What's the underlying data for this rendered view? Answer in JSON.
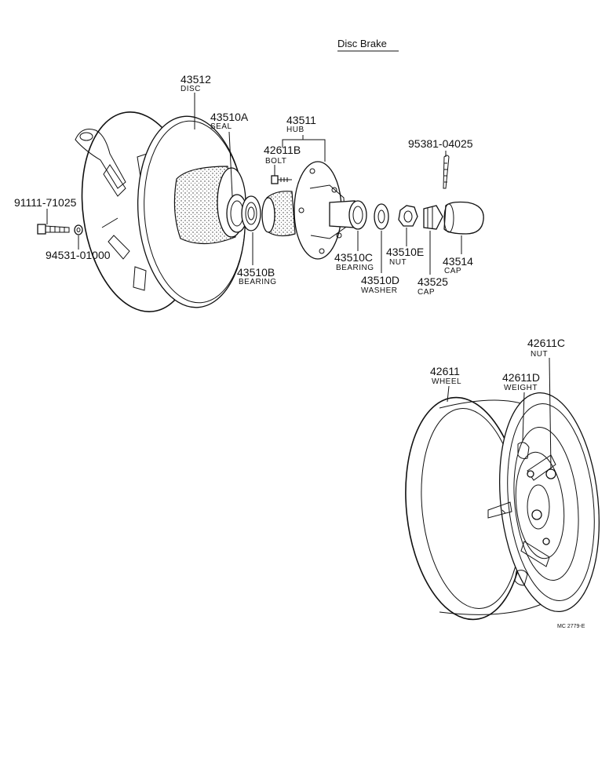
{
  "title": "Disc Brake",
  "reference_code": "MC 2779-E",
  "parts": {
    "p43512": {
      "number": "43512",
      "name": "DISC"
    },
    "p43510A": {
      "number": "43510A",
      "name": "SEAL"
    },
    "p43511": {
      "number": "43511",
      "name": "HUB"
    },
    "p42611B": {
      "number": "42611B",
      "name": "BOLT"
    },
    "p95381": {
      "number": "95381-04025",
      "name": ""
    },
    "p91111": {
      "number": "91111-71025",
      "name": ""
    },
    "p94531": {
      "number": "94531-01000",
      "name": ""
    },
    "p43510B": {
      "number": "43510B",
      "name": "BEARING"
    },
    "p43510C": {
      "number": "43510C",
      "name": "BEARING"
    },
    "p43510E": {
      "number": "43510E",
      "name": "NUT"
    },
    "p43514": {
      "number": "43514",
      "name": "CAP"
    },
    "p43510D": {
      "number": "43510D",
      "name": "WASHER"
    },
    "p43525": {
      "number": "43525",
      "name": "CAP"
    },
    "p42611C": {
      "number": "42611C",
      "name": "NUT"
    },
    "p42611": {
      "number": "42611",
      "name": "WHEEL"
    },
    "p42611D": {
      "number": "42611D",
      "name": "WEIGHT"
    }
  }
}
